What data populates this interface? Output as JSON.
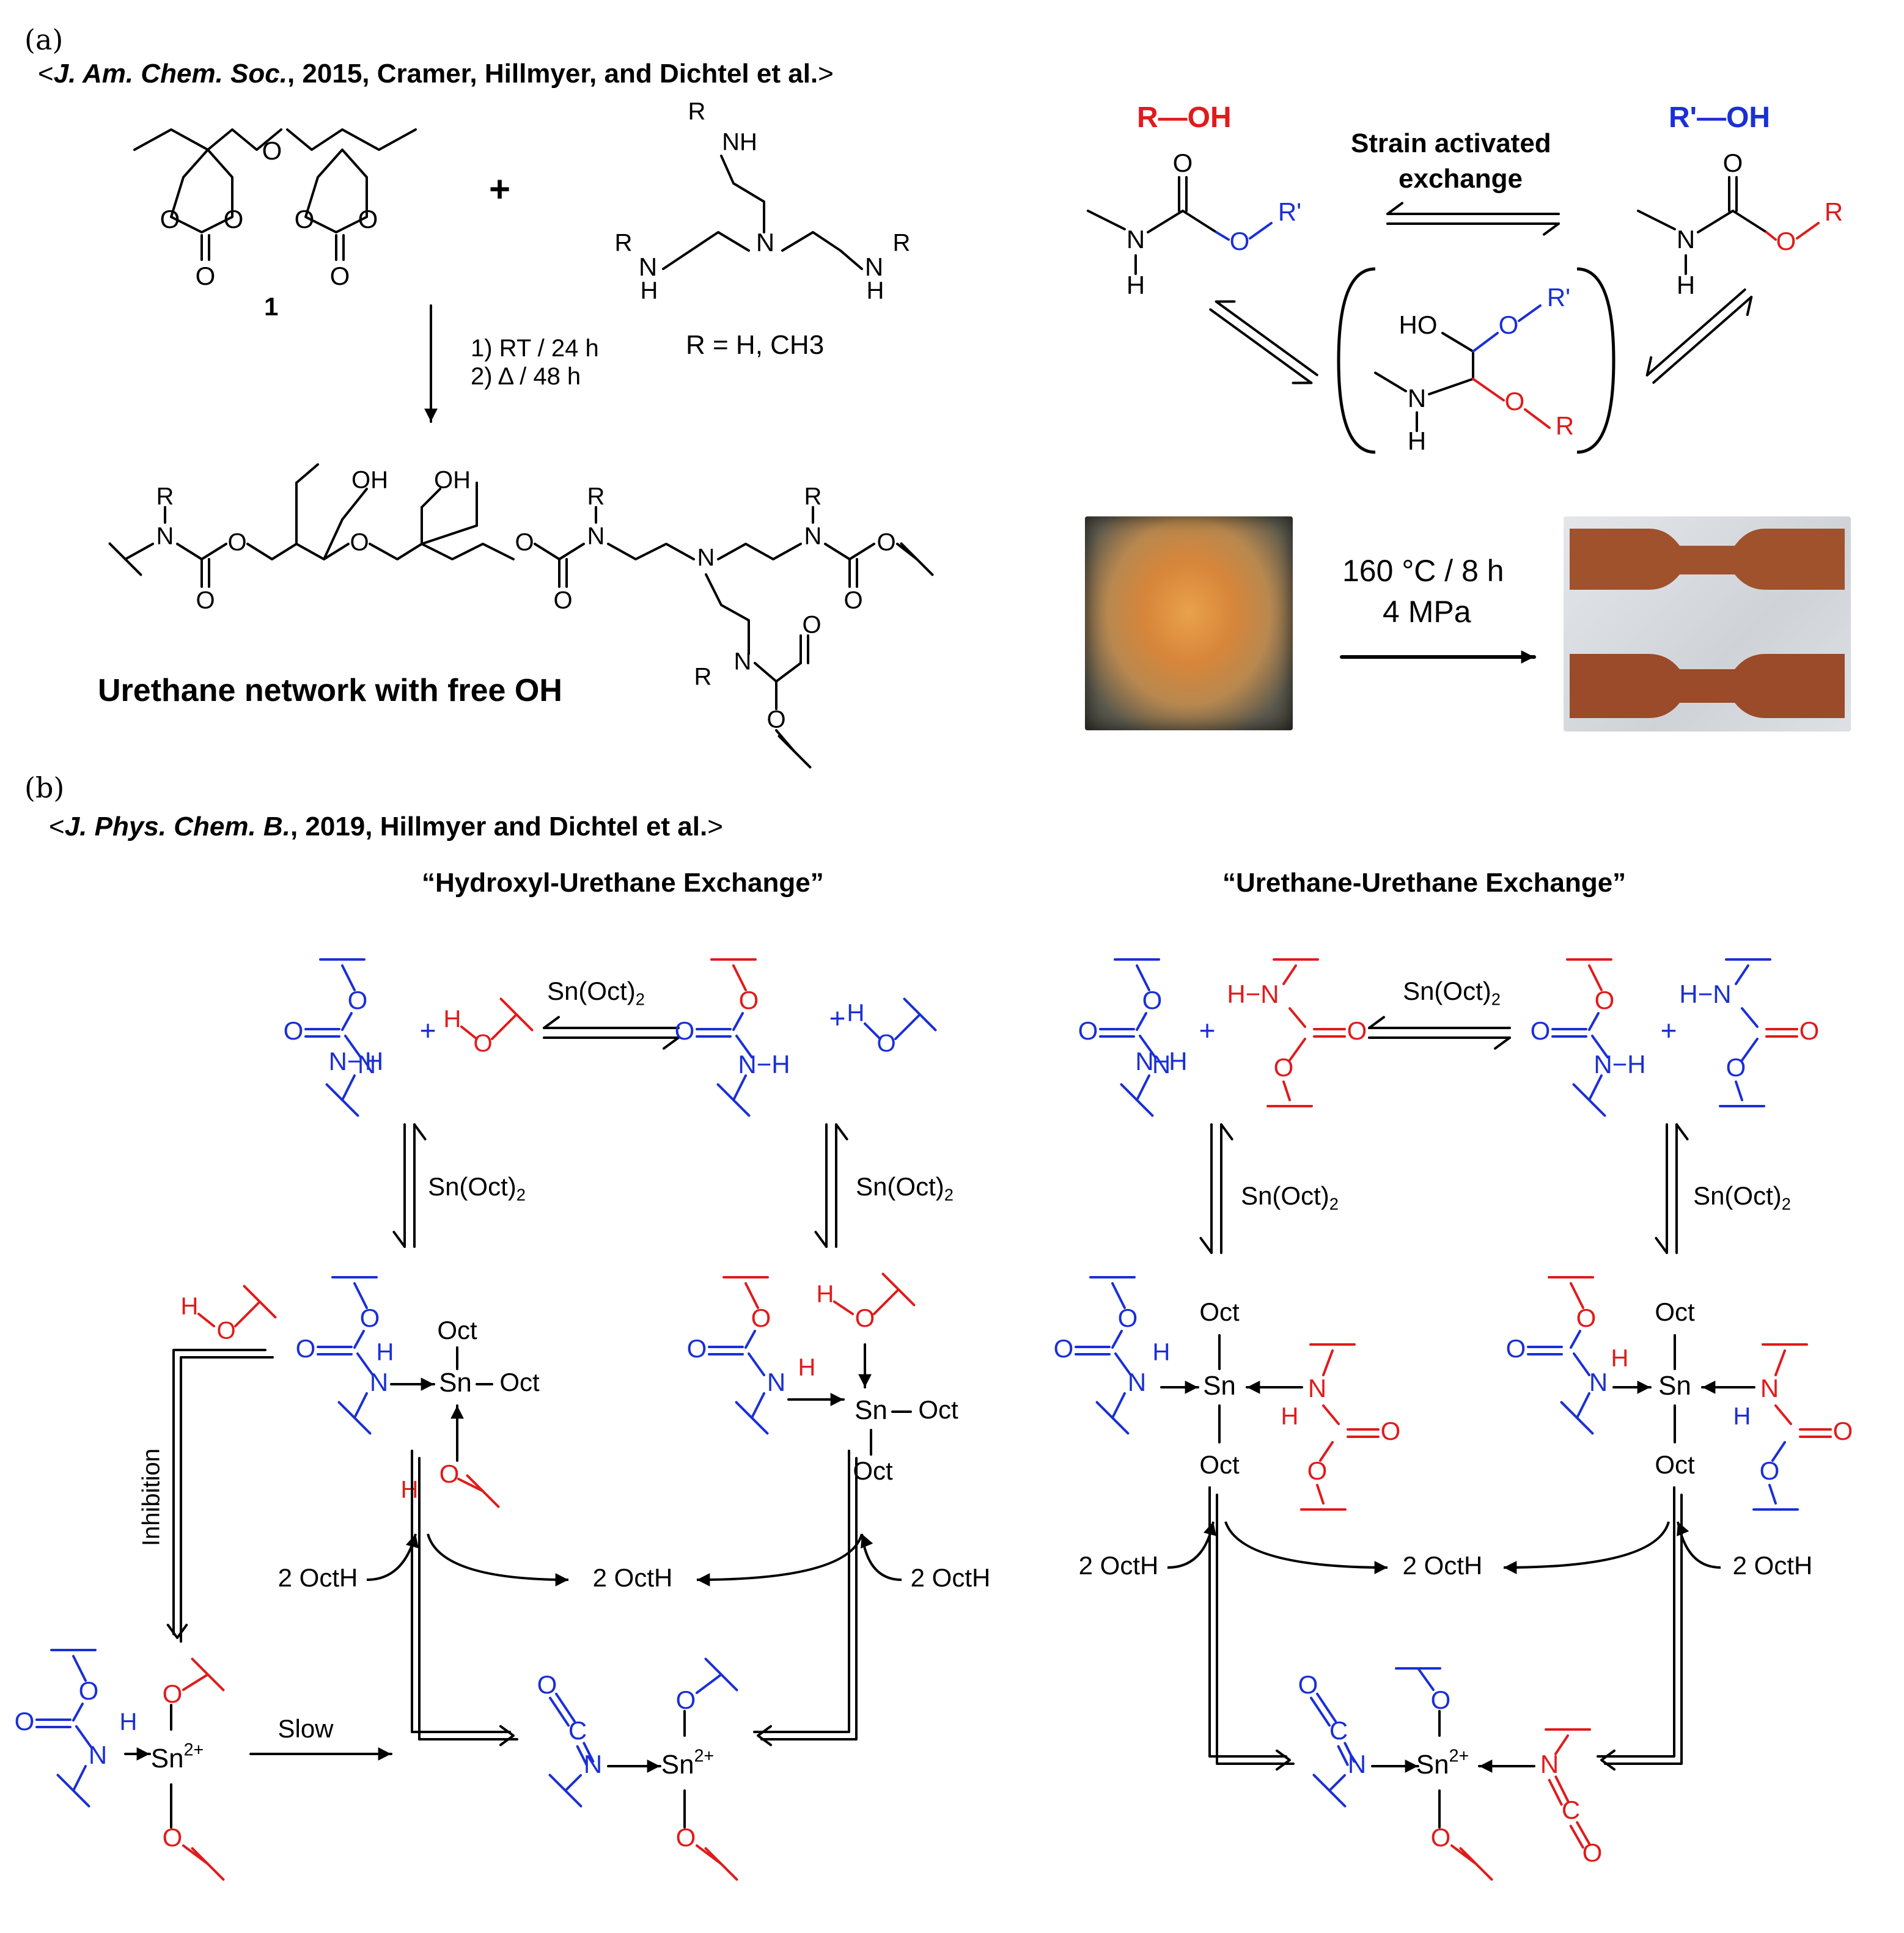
{
  "panel_a": {
    "label": "(a)",
    "citation_journal": "J. Am. Chem. Soc.",
    "citation_rest": ", 2015, Cramer, Hillmyer, and Dichtel et al.",
    "compound_number": "1",
    "plus": "+",
    "r_definition": "R = H, CH3",
    "condition_1": "1) RT / 24 h",
    "condition_2": "2) Δ / 48 h",
    "network_caption": "Urethane network with free OH",
    "reagent_left": "R—OH",
    "reagent_right": "R'—OH",
    "exchange_line1": "Strain activated",
    "exchange_line2": "exchange",
    "press_condition_1": "160 °C / 8 h",
    "press_condition_2": "4 MPa"
  },
  "panel_b": {
    "label": "(b)",
    "citation_journal": "J. Phys. Chem. B.",
    "citation_rest": ", 2019, Hillmyer and Dichtel et al.",
    "title_left": "“Hydroxyl-Urethane Exchange”",
    "title_right": "“Urethane-Urethane Exchange”",
    "catalyst": "Sn(Oct)2",
    "oct": "Oct",
    "octh_2": "2 OctH",
    "inhibition": "Inhibition",
    "slow": "Slow",
    "sn2": "Sn2+"
  },
  "colors": {
    "blue": "#1a2fd6",
    "red": "#e01b1b",
    "black": "#000000"
  }
}
